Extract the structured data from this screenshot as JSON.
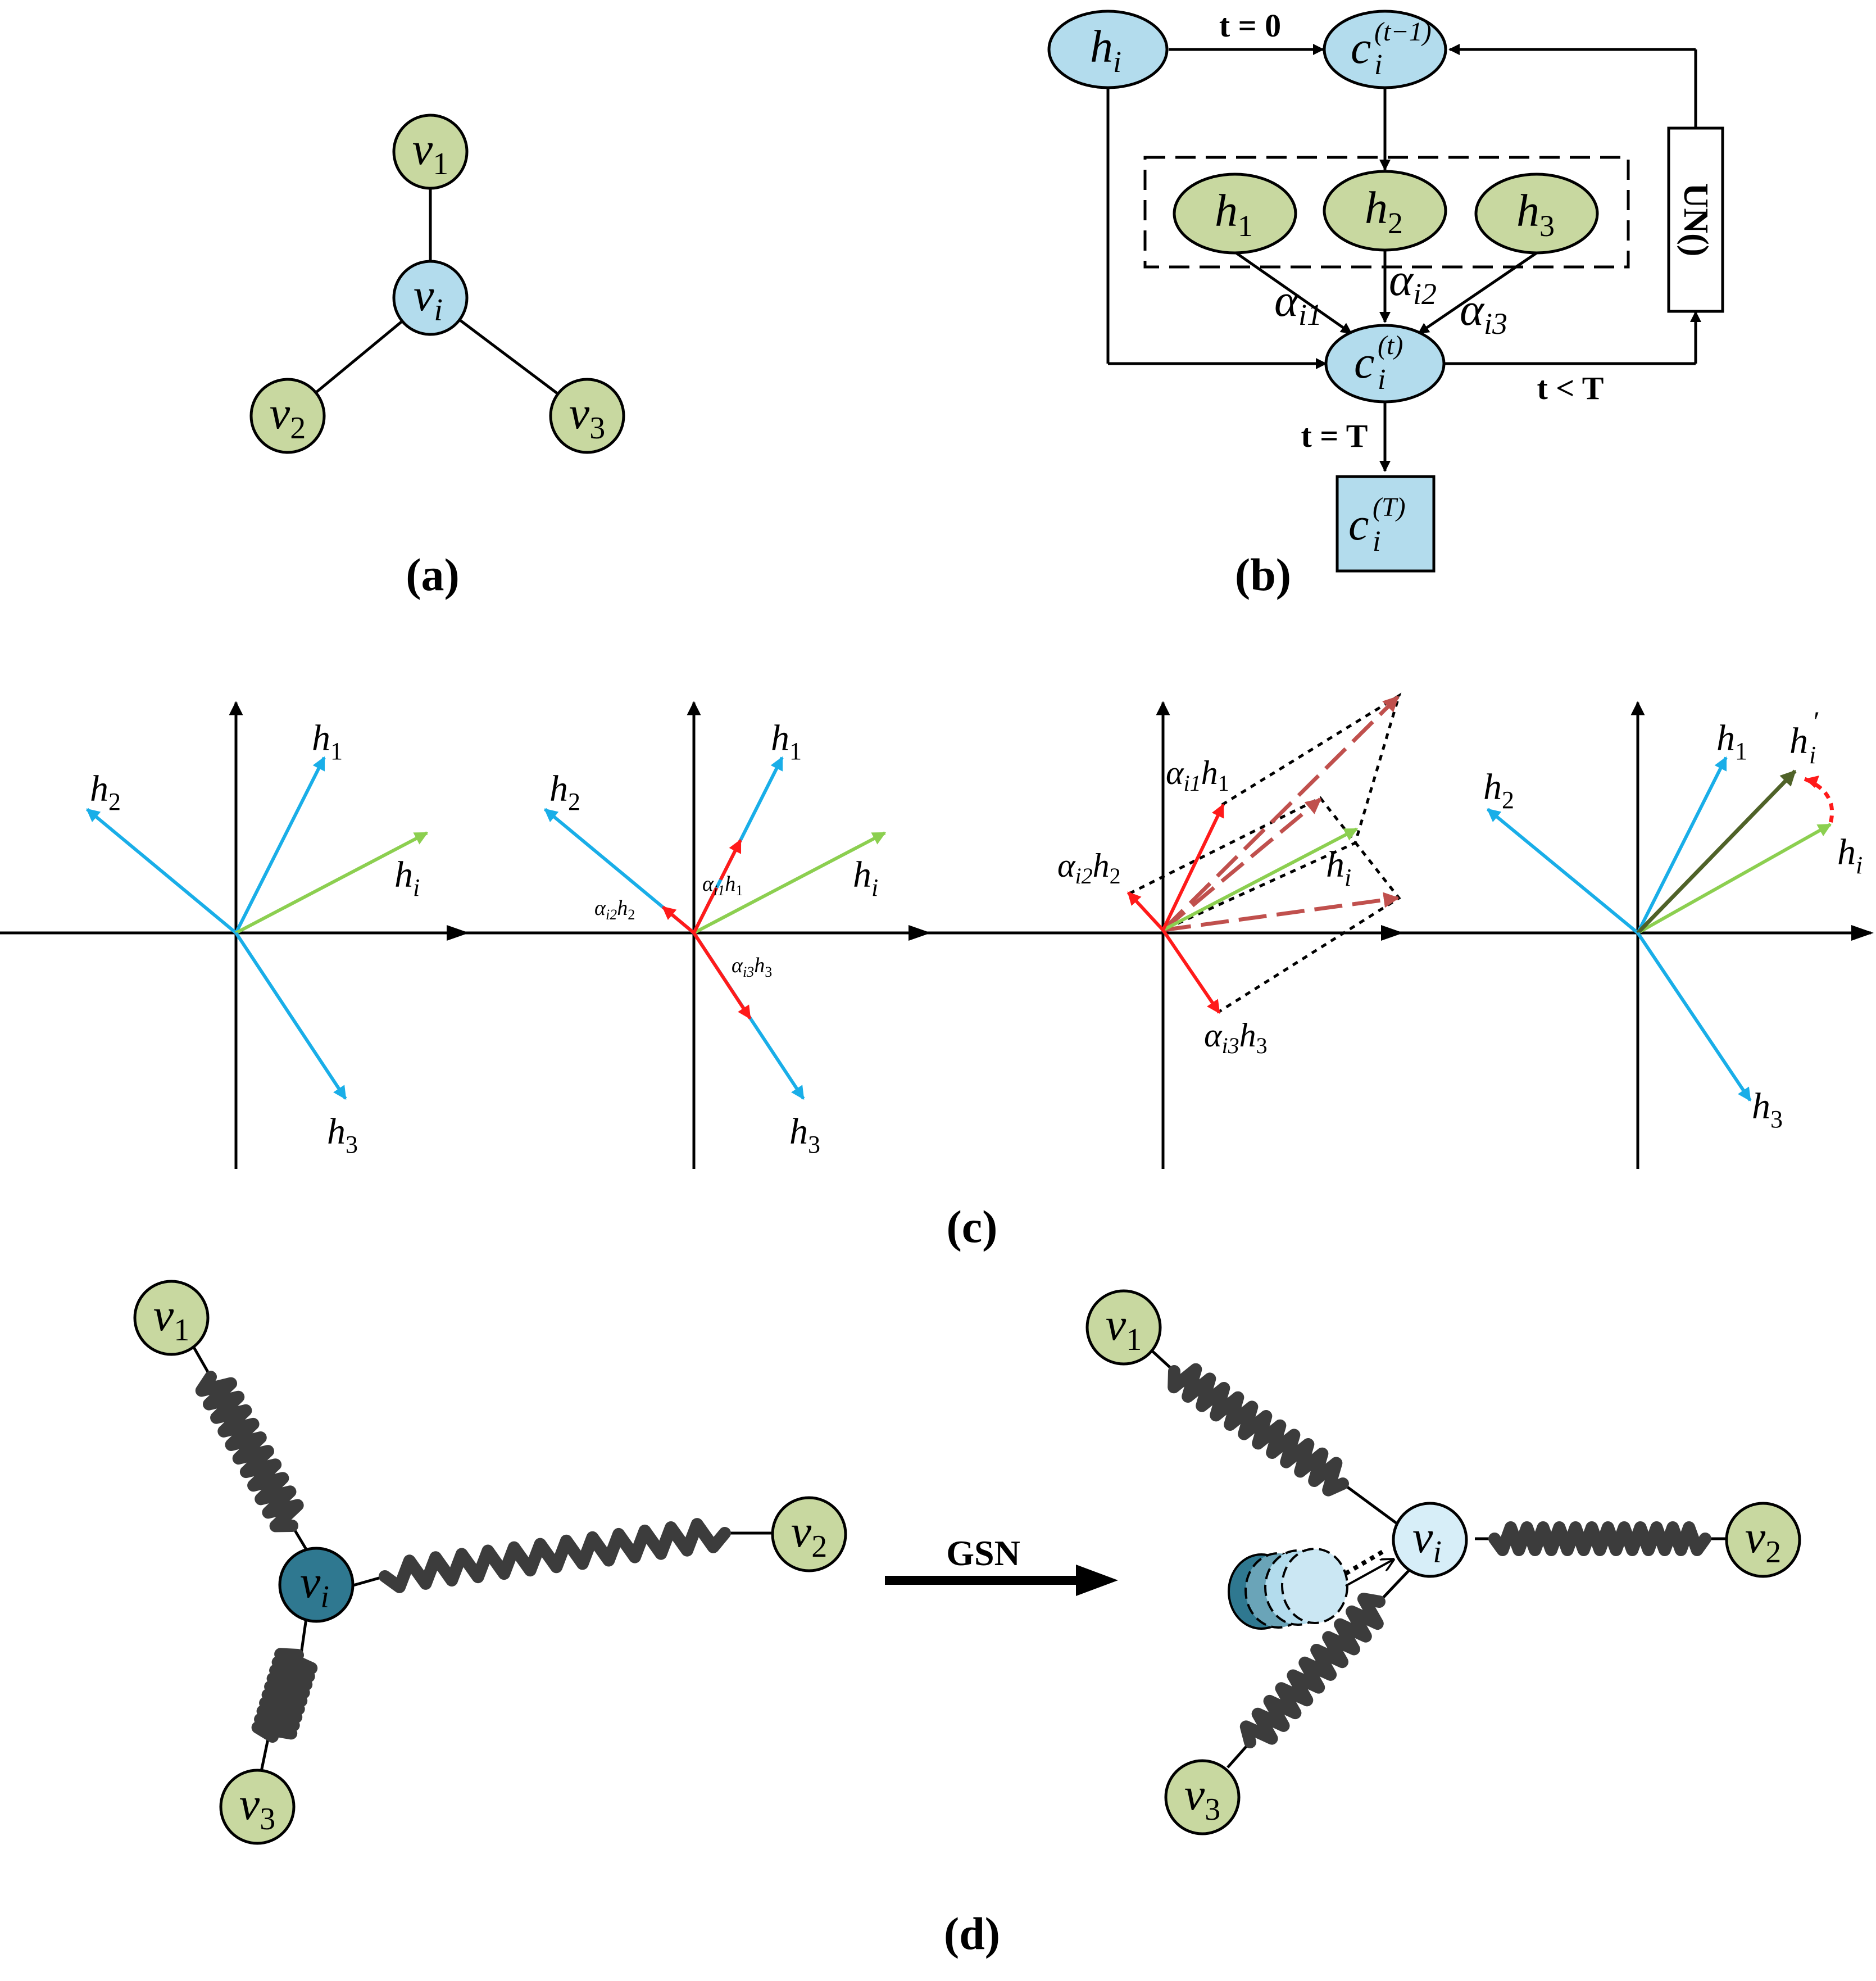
{
  "panels": {
    "a": {
      "caption": "(a)",
      "center": {
        "base": "v",
        "sub": "i"
      },
      "neighbors": [
        {
          "base": "v",
          "sub": "1"
        },
        {
          "base": "v",
          "sub": "2"
        },
        {
          "base": "v",
          "sub": "3"
        }
      ]
    },
    "b": {
      "caption": "(b)",
      "input": {
        "base": "h",
        "sub": "i"
      },
      "prev": {
        "base": "c",
        "sub": "i",
        "sup": "(t−1)"
      },
      "hidden": [
        {
          "base": "h",
          "sub": "1"
        },
        {
          "base": "h",
          "sub": "2"
        },
        {
          "base": "h",
          "sub": "3"
        }
      ],
      "current": {
        "base": "c",
        "sub": "i",
        "sup": "(t)"
      },
      "output": {
        "base": "c",
        "sub": "i",
        "sup": "(T)"
      },
      "alphas": [
        {
          "base": "α",
          "sub": "i1"
        },
        {
          "base": "α",
          "sub": "i2"
        },
        {
          "base": "α",
          "sub": "i3"
        }
      ],
      "edge_labels": {
        "init": "t = 0",
        "loop": "t < T",
        "final": "t = T"
      },
      "box_label": "UN()"
    },
    "c": {
      "caption": "(c)",
      "plot1": {
        "labels": [
          {
            "base": "h",
            "sub": "1"
          },
          {
            "base": "h",
            "sub": "2"
          },
          {
            "base": "h",
            "sub": "i"
          },
          {
            "base": "h",
            "sub": "3"
          }
        ]
      },
      "plot2": {
        "labels": [
          {
            "base": "h",
            "sub": "1"
          },
          {
            "base": "h",
            "sub": "2"
          },
          {
            "base": "h",
            "sub": "i"
          },
          {
            "base": "h",
            "sub": "3"
          },
          {
            "alpha": "α",
            "asub": "i1",
            "base": "h",
            "sub": "1"
          },
          {
            "alpha": "α",
            "asub": "i2",
            "base": "h",
            "sub": "2"
          },
          {
            "alpha": "α",
            "asub": "i3",
            "base": "h",
            "sub": "3"
          }
        ]
      },
      "plot3": {
        "labels": [
          {
            "alpha": "α",
            "asub": "i1",
            "base": "h",
            "sub": "1"
          },
          {
            "alpha": "α",
            "asub": "i2",
            "base": "h",
            "sub": "2"
          },
          {
            "base": "h",
            "sub": "i"
          },
          {
            "alpha": "α",
            "asub": "i3",
            "base": "h",
            "sub": "3"
          }
        ]
      },
      "plot4": {
        "labels": [
          {
            "base": "h",
            "sub": "1"
          },
          {
            "base": "h",
            "sub": "2"
          },
          {
            "base": "h",
            "sub": "i",
            "sup": "′"
          },
          {
            "base": "h",
            "sub": "i"
          },
          {
            "base": "h",
            "sub": "3"
          }
        ]
      }
    },
    "d": {
      "caption": "(d)",
      "arrow_label": "GSN",
      "left": {
        "center": {
          "base": "v",
          "sub": "i"
        },
        "neighbors": [
          {
            "base": "v",
            "sub": "1"
          },
          {
            "base": "v",
            "sub": "2"
          },
          {
            "base": "v",
            "sub": "3"
          }
        ]
      },
      "right": {
        "center": {
          "base": "v",
          "sub": "i"
        },
        "neighbors": [
          {
            "base": "v",
            "sub": "1"
          },
          {
            "base": "v",
            "sub": "2"
          },
          {
            "base": "v",
            "sub": "3"
          }
        ]
      }
    }
  },
  "colors": {
    "node_green": "#c8d8a0",
    "node_blue": "#b3dced",
    "node_teal": "#2f7890",
    "vec_blue": "#19aee8",
    "vec_green": "#8ccf50",
    "vec_red": "#ff1a1a",
    "vec_darkred": "#c0504d",
    "vec_darkgreen": "#4f6228",
    "spring": "#3c3c3c"
  }
}
